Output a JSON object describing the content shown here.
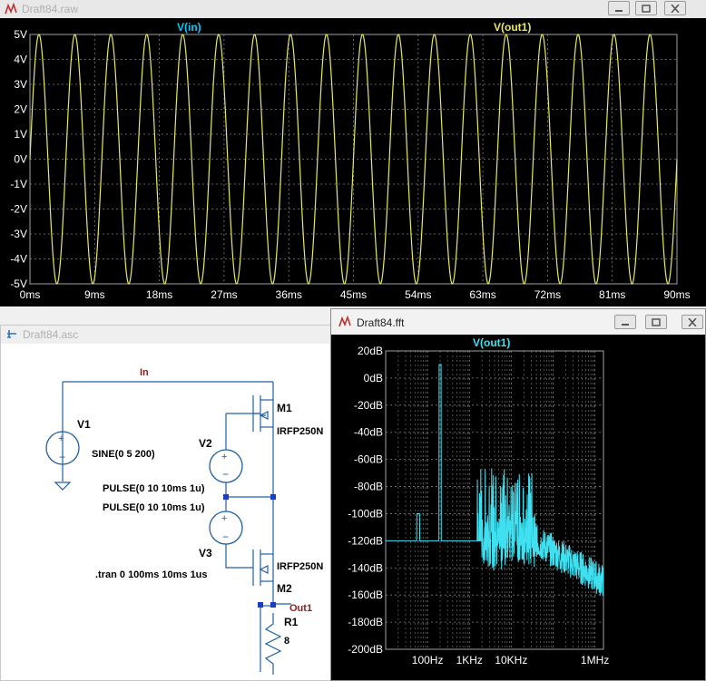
{
  "raw_window": {
    "title": "Draft84.raw",
    "trace_labels": [
      "V(in)",
      "V(out1)"
    ],
    "y_ticks": [
      "5V",
      "4V",
      "3V",
      "2V",
      "1V",
      "0V",
      "-1V",
      "-2V",
      "-3V",
      "-4V",
      "-5V"
    ],
    "x_ticks": [
      "0ms",
      "9ms",
      "18ms",
      "27ms",
      "36ms",
      "45ms",
      "54ms",
      "63ms",
      "72ms",
      "81ms",
      "90ms"
    ]
  },
  "schematic_window": {
    "title": "Draft84.asc",
    "labels": {
      "net_in": "In",
      "v1": "V1",
      "v1_value": "SINE(0 5 200)",
      "v2": "V2",
      "v3": "V3",
      "pulse1": "PULSE(0 10 10ms 1u)",
      "pulse2": "PULSE(0 10 10ms 1u)",
      "m1": "M1",
      "m1_model": "IRFP250N",
      "m2": "M2",
      "m2_model": "IRFP250N",
      "tran": ".tran 0 100ms 10ms 1us",
      "net_out": "Out1",
      "r1": "R1",
      "r1_value": "8"
    }
  },
  "fft_window": {
    "title": "Draft84.fft",
    "trace_label": "V(out1)",
    "y_ticks": [
      "20dB",
      "0dB",
      "-20dB",
      "-40dB",
      "-60dB",
      "-80dB",
      "-100dB",
      "-120dB",
      "-140dB",
      "-160dB",
      "-180dB",
      "-200dB"
    ],
    "x_ticks": [
      "100Hz",
      "1KHz",
      "10KHz",
      "1MHz"
    ]
  },
  "colors": {
    "plot_bg": "#000000",
    "trace_in": "#00c8ff",
    "trace_out": "#e8e860",
    "fft_trace": "#40e0f0",
    "wire": "#2060a0",
    "net_label": "#8b2020",
    "grid": "#8a8a8a"
  }
}
